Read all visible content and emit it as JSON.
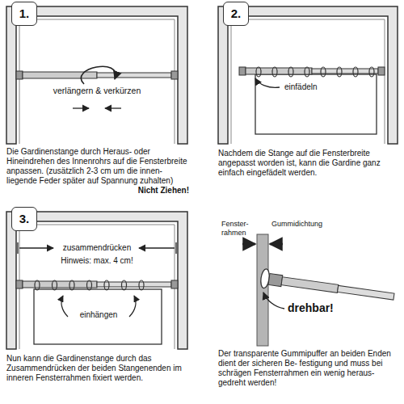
{
  "diagram": {
    "nodes": [
      {
        "text": [
          "1."
        ]
      },
      {
        "text": [
          "2."
        ]
      },
      {
        "text": [
          "3."
        ]
      }
    ],
    "labels": [
      "verlängern & verkürzen",
      "Die Gardinenstange durch Heraus- oder Hineindrehen des Innenrohrs auf die Fensterbreite anpassen. (zusätzlich 2-3 cm um die innen- liegende Feder später auf Spannung zuhalten)",
      "Nicht Ziehen!",
      "einfädeln",
      "Nachdem die Stange auf die Fensterbreite angepasst worden ist, kann die Gardine ganz einfach eingefädelt werden.",
      "zusammendrücken",
      "Hinweis: max. 4 cm!",
      "einhängen",
      "Nun kann die Gardinenstange durch das Zusammendrücken der beiden Stangenenden im inneren Fensterrahmen fixiert werden.",
      "Fenster- rahmen",
      "Gummidichtung",
      "drehbar!",
      "Der transparente Gummipuffer an beiden Enden dient der sicheren Be- festigung und muss bei schrägen Fensterrahmen ein wenig heraus- gedreht werden!"
    ]
  }
}
